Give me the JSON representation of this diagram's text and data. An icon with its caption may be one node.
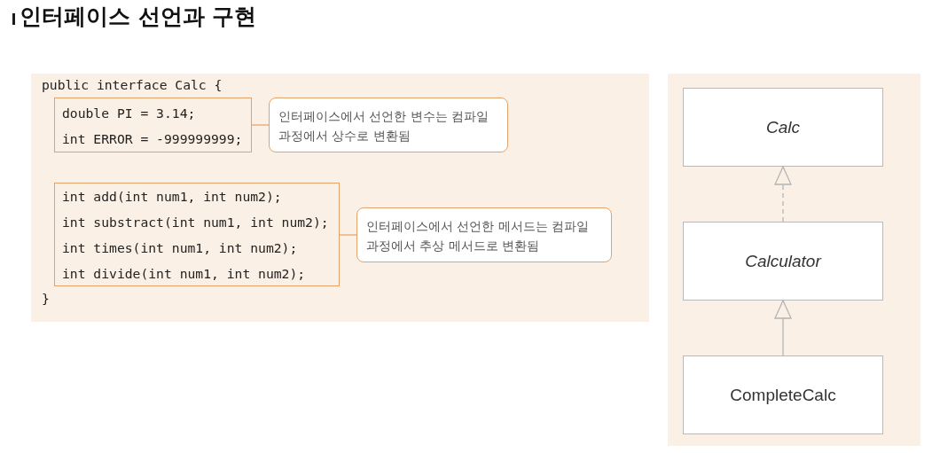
{
  "diagram": {
    "title": "인터페이스 선언과 구현",
    "nodes": [
      {
        "text": [
          "public interface Calc {",
          "}"
        ]
      },
      {
        "text": [
          "double PI = 3.14;",
          "int ERROR = -999999999;"
        ],
        "in": 0
      },
      {
        "text": [
          "인터페이스에서 선언한 변수는 컴파일 과정에서 상수로 변환됨"
        ],
        "in": 0
      },
      {
        "text": [
          "int add(int num1, int num2);",
          "int substract(int num1, int num2);",
          "int times(int num1, int num2);",
          "int divide(int num1, int num2);"
        ],
        "in": 0
      },
      {
        "text": [
          "인터페이스에서 선언한 메서드는 컴파일 과정에서 추상 메서드로 변환됨"
        ],
        "in": 0
      },
      {
        "text": [],
        "shape": "box"
      },
      {
        "text": [
          "Calc"
        ],
        "in": 5
      },
      {
        "text": [
          "Calculator"
        ],
        "in": 5
      },
      {
        "text": [
          "CompleteCalc"
        ],
        "in": 5
      }
    ],
    "edges": [
      {
        "from": 1,
        "to": 2,
        "arrow": "none",
        "color": "#e8a46e"
      },
      {
        "from": 3,
        "to": 4,
        "arrow": "none",
        "color": "#e8a46e"
      },
      {
        "from": 7,
        "to": 6,
        "arrow": "to",
        "style": "dashed"
      },
      {
        "from": 8,
        "to": 7,
        "arrow": "to"
      }
    ]
  }
}
